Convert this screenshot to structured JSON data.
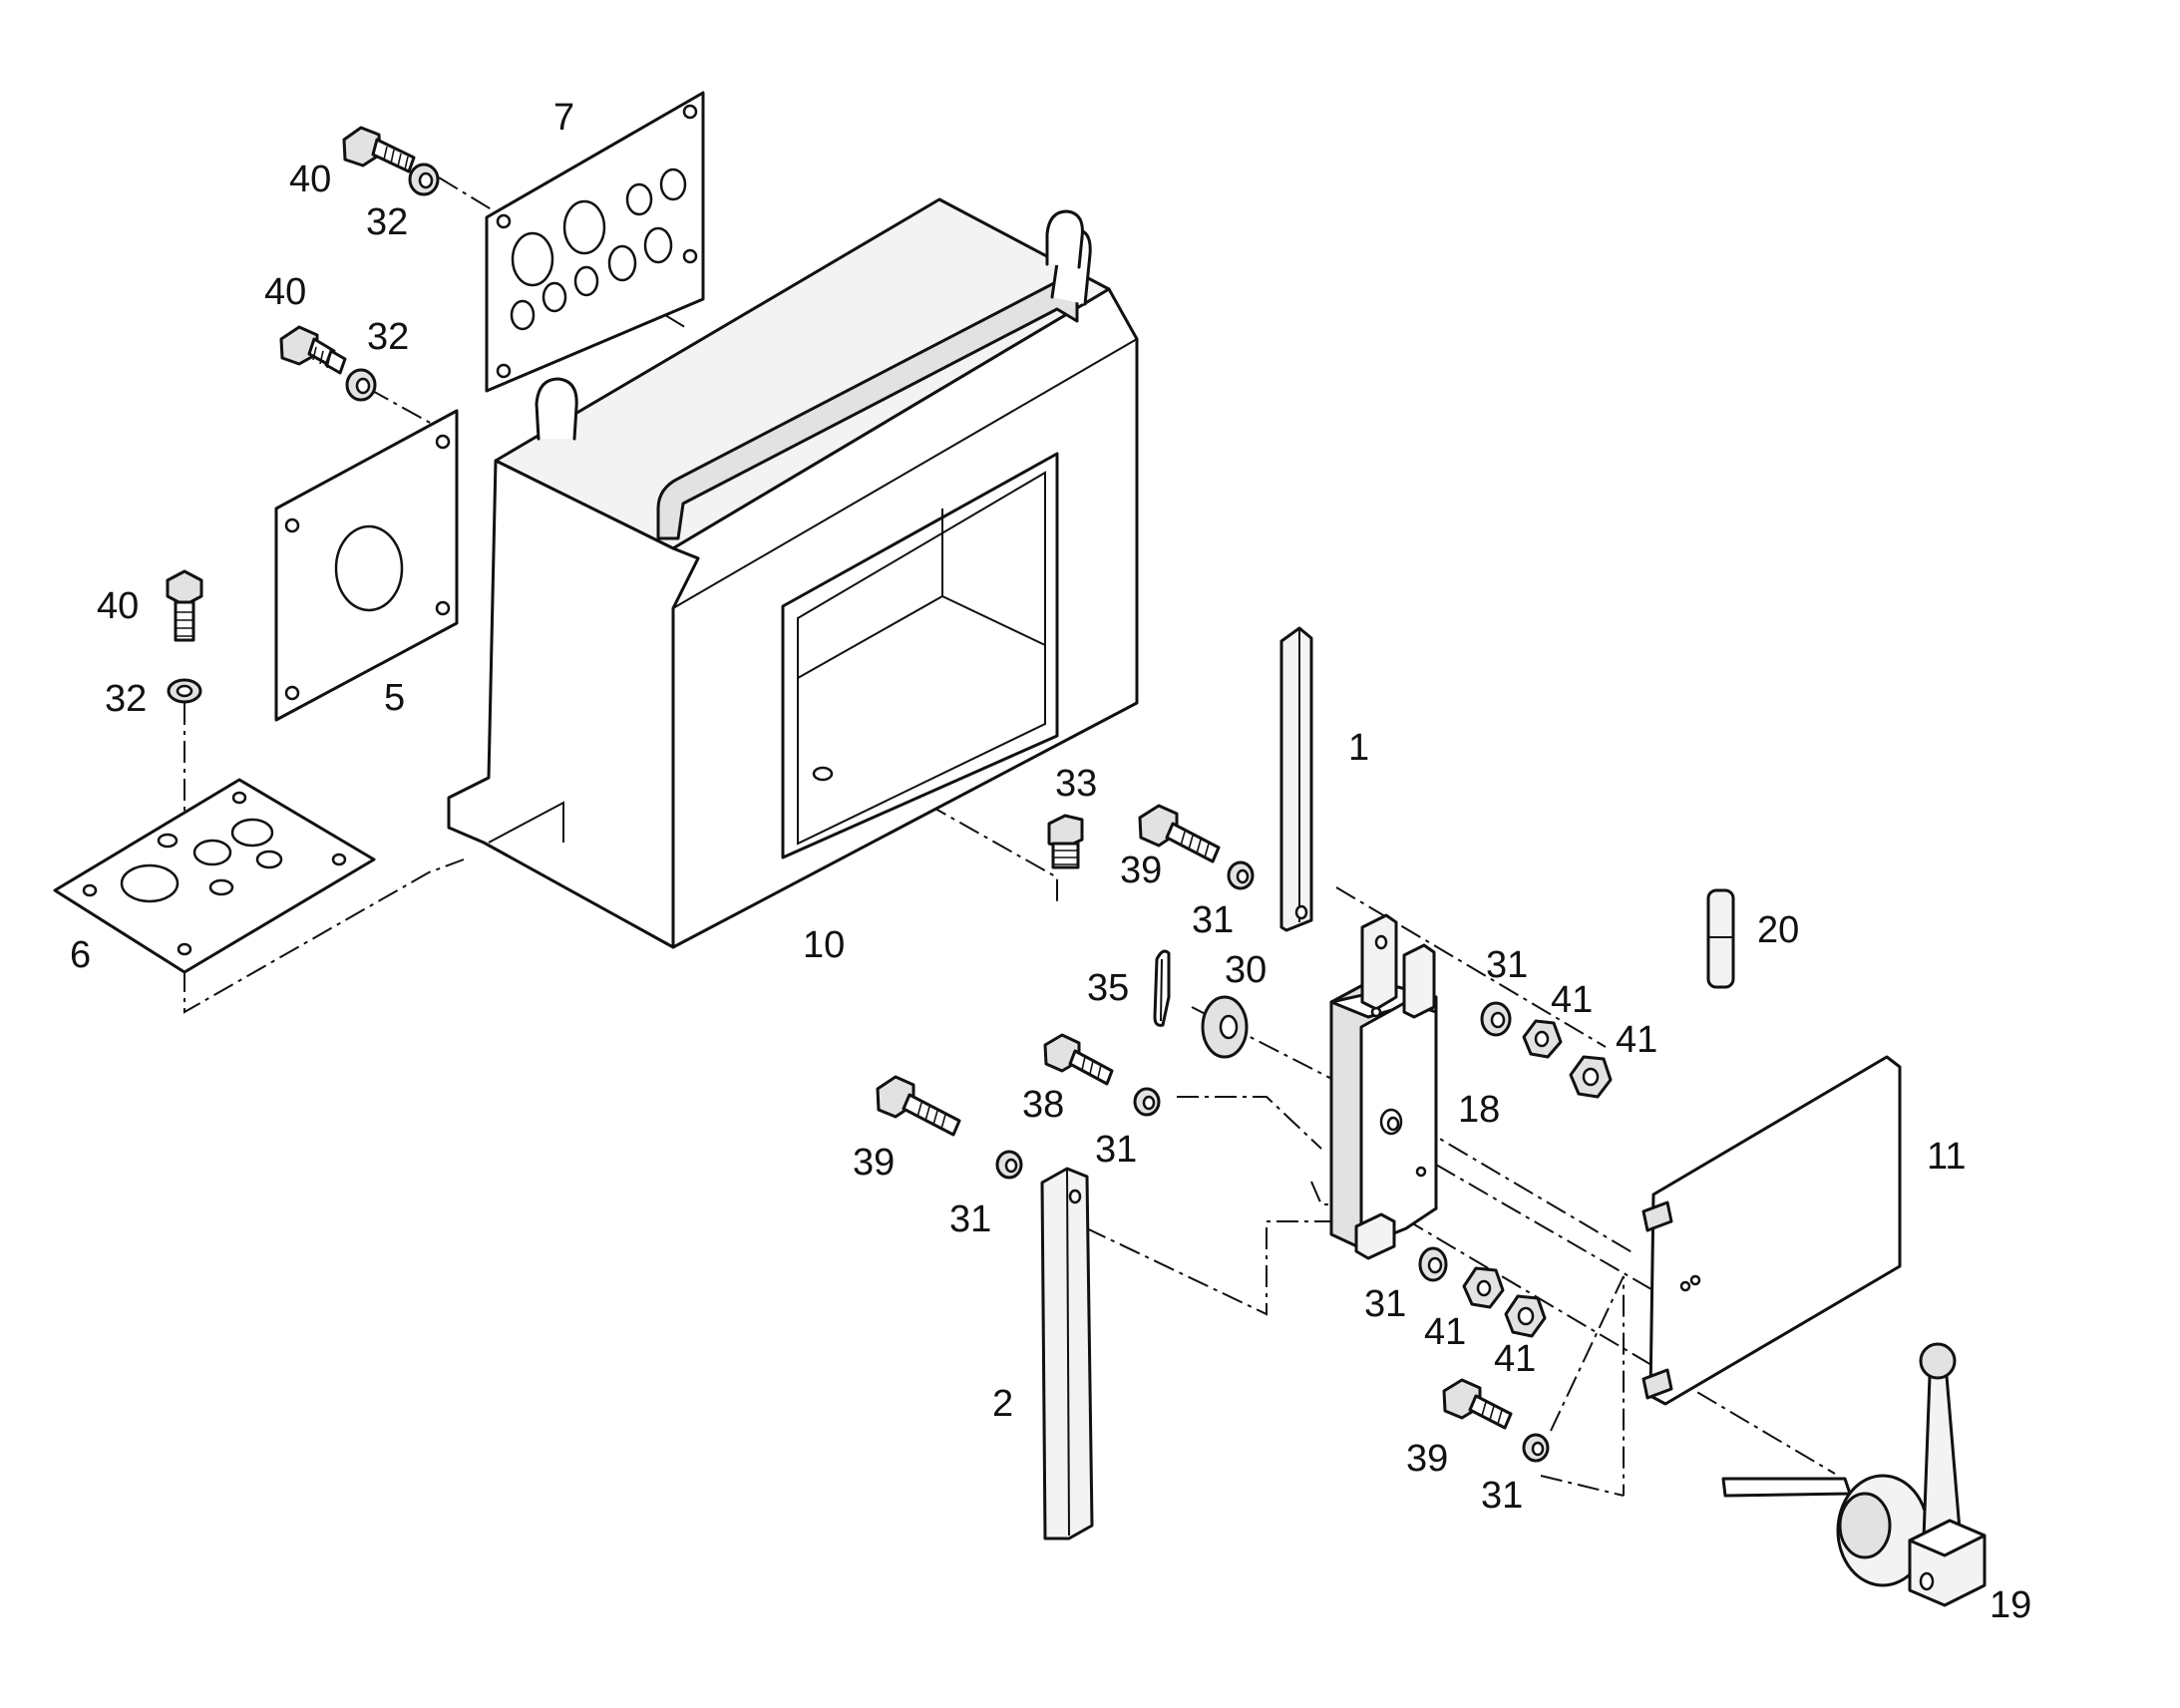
{
  "callouts": {
    "c1": "1",
    "c2": "2",
    "c5": "5",
    "c6": "6",
    "c7": "7",
    "c10": "10",
    "c11": "11",
    "c18": "18",
    "c19": "19",
    "c20": "20",
    "c30": "30",
    "c31": "31",
    "c32": "32",
    "c33": "33",
    "c35": "35",
    "c38": "38",
    "c39": "39",
    "c40": "40",
    "c41": "41"
  }
}
